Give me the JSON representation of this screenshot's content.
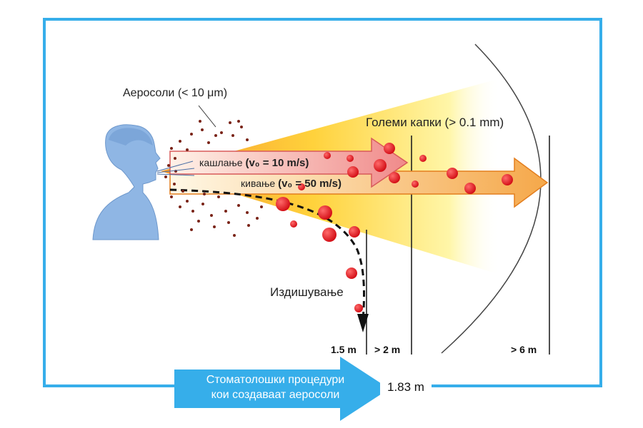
{
  "labels": {
    "aerosols": "Аеросоли (< 10 μm)",
    "large_drops": "Големи капки (> 0.1 mm)",
    "coughing": "кашлање",
    "coughing_velocity": "(v₀ = 10 m/s)",
    "sneezing": "кивање",
    "sneezing_velocity": "(v₀ = 50 m/s)",
    "exhaling": "Издишување"
  },
  "distances": {
    "d1": "1.5 m",
    "d2": "> 2 m",
    "d3": "> 6 m"
  },
  "procedure": {
    "line1": "Стоматолошки процедури",
    "line2": "кои создаваат аеросоли",
    "distance": "1.83 m"
  },
  "colors": {
    "frame": "#36aeea",
    "head": "#8fb6e4",
    "cone_start": "#f9a23a",
    "cone_end": "#fff7b0",
    "droplet": "#e3141b",
    "arrow_blue": "#36aeea"
  }
}
